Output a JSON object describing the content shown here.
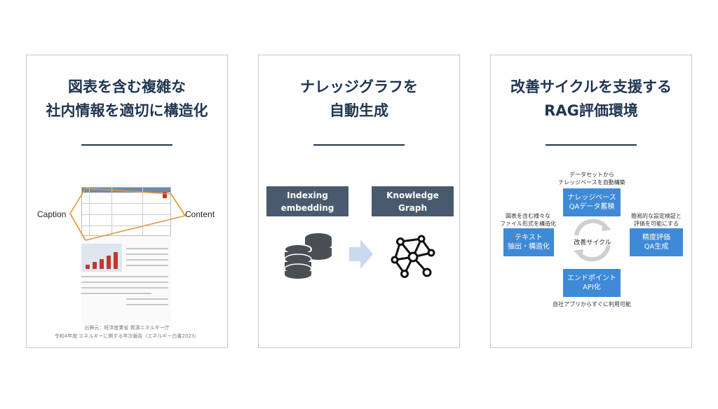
{
  "cards": [
    {
      "title_lines": [
        "図表を含む複雑な",
        "社内情報を適切に構造化"
      ],
      "caption_label": "Caption",
      "content_label": "Content",
      "source_lines": [
        "出典元：経済産業省 資源エネルギー庁",
        "令和4年度 エネルギーに関する年次報告（エネルギー白書2023）"
      ]
    },
    {
      "title_lines": [
        "ナレッジグラフを",
        "自動生成"
      ],
      "indexing_box": [
        "Indexing",
        "embedding"
      ],
      "knowledge_box": [
        "Knowledge",
        "Graph"
      ],
      "icons": [
        "database-icon",
        "arrow-right-icon",
        "network-graph-icon"
      ]
    },
    {
      "title_lines": [
        "改善サイクルを支援する",
        "RAG評価環境"
      ],
      "top_note": [
        "データセットから",
        "ナレッジベースを自動構築"
      ],
      "top_box": [
        "ナレッジベース",
        "QAデータ蓄積"
      ],
      "left_note": [
        "図表を含む様々な",
        "ファイル形式を構造化"
      ],
      "left_box": [
        "テキスト",
        "抽出・構造化"
      ],
      "right_note": [
        "簡易的な設定検証と",
        "評価を可能にする"
      ],
      "right_box": [
        "精度評価",
        "QA生成"
      ],
      "center_label": "改善サイクル",
      "bottom_box": [
        "エンドポイント",
        "API化"
      ],
      "bottom_note": "自社アプリからすぐに利用可能"
    }
  ],
  "colors": {
    "title": "#1f3550",
    "dark_box": "#495a6e",
    "blue_box": "#3f8ad6",
    "highlight": "#e09a3b",
    "arrow": "#c9d9ef"
  }
}
